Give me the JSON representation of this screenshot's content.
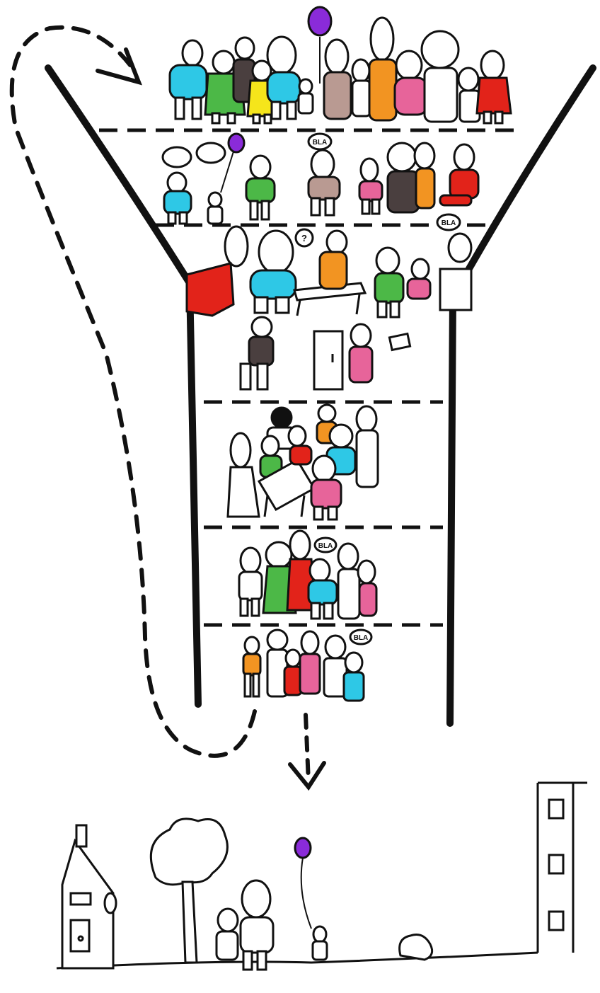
{
  "speech": {
    "bla": "BLA",
    "question": "?"
  },
  "colors": {
    "outline": "#111111",
    "cyan": "#2ec8e6",
    "green": "#4cb847",
    "yellow": "#f5e51b",
    "orange": "#f29422",
    "pink": "#e7649a",
    "red": "#e2231a",
    "purple": "#8a2bd9",
    "brown": "#b99a92",
    "dark": "#4a3f3f",
    "white": "#ffffff"
  },
  "scene": {
    "stages": 6,
    "funnel": "narrowing participation funnel with dashed return arrow",
    "ground_scene": "street with house, tree, people, balloon child, rock and apartment building"
  },
  "icons": [
    "balloon-icon",
    "speech-bubble-icon",
    "dashed-arrow-icon",
    "house-icon",
    "tree-icon",
    "building-icon",
    "rock-icon"
  ]
}
